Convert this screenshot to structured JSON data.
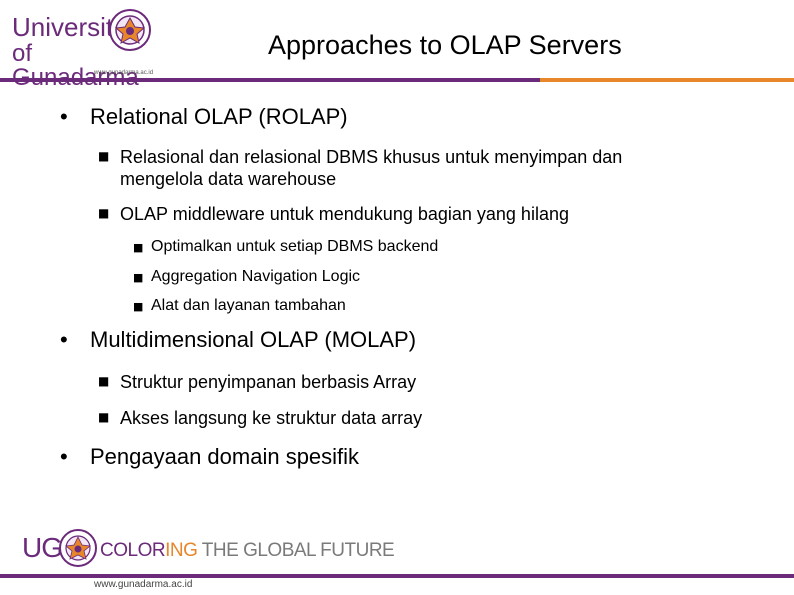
{
  "header": {
    "logo_line1": "University",
    "logo_line2": "of Gunadarma",
    "logo_url": "www.gunadarma.ac.id",
    "title": "Approaches to OLAP Servers"
  },
  "content": {
    "bullets": [
      {
        "text": "Relational OLAP (ROLAP)",
        "sub": [
          {
            "text_line1": "Relasional dan relasional DBMS khusus untuk menyimpan dan",
            "text_line2": "mengelola data warehouse"
          },
          {
            "text": "OLAP middleware untuk mendukung bagian yang hilang",
            "sub": [
              {
                "text": "Optimalkan untuk setiap DBMS backend"
              },
              {
                "text": "Aggregation Navigation Logic"
              },
              {
                "text": "Alat dan layanan tambahan"
              }
            ]
          }
        ]
      },
      {
        "text": "Multidimensional OLAP (MOLAP)",
        "sub": [
          {
            "text": "Struktur penyimpanan berbasis Array"
          },
          {
            "text": "Akses langsung ke struktur data array"
          }
        ]
      },
      {
        "text": "Pengayaan domain spesifik"
      }
    ]
  },
  "footer": {
    "ug": "UG",
    "tagline_part1": "COLOR",
    "tagline_part2": "ING",
    "tagline_part3": "THE GLOBAL FUTURE",
    "url": "www.gunadarma.ac.id"
  },
  "colors": {
    "purple": "#6b2a7a",
    "orange": "#e8862a",
    "gray": "#7a7a7a"
  },
  "icons": {
    "bullet": "bullet-dot",
    "sub_bullet": "square-bullet",
    "seal": "university-seal-icon"
  }
}
